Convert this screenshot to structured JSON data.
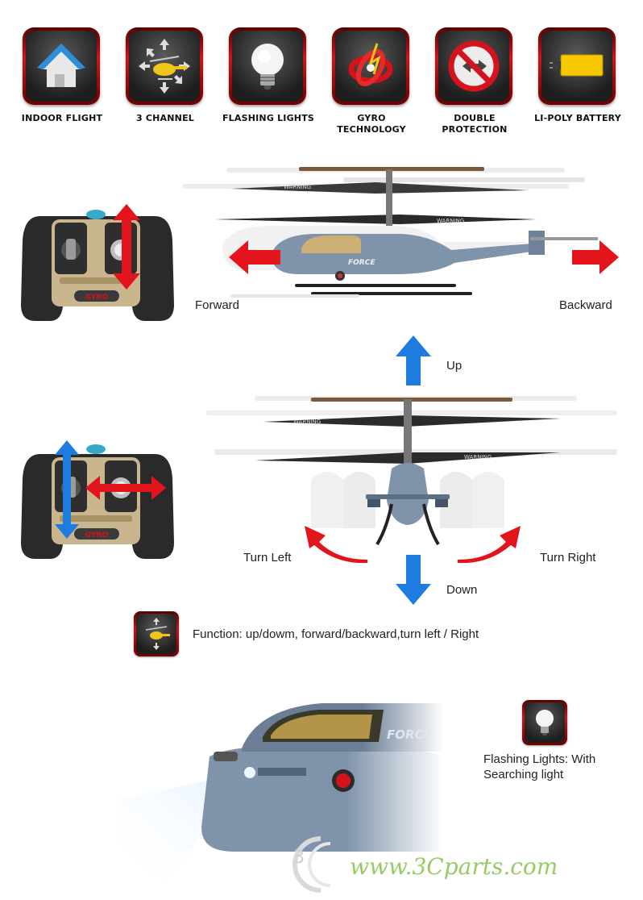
{
  "features": [
    {
      "label": "INDOOR FLIGHT",
      "icon": "house-icon"
    },
    {
      "label": "3 CHANNEL",
      "icon": "helicopter-arrows-icon"
    },
    {
      "label": "FLASHING LIGHTS",
      "icon": "light-bulb-icon"
    },
    {
      "label": "GYRO\nTECHNOLOGY",
      "icon": "gyro-icon"
    },
    {
      "label": "DOUBLE\nPROTECTION",
      "icon": "no-sign-icon"
    },
    {
      "label": "LI-POLY BATTERY",
      "icon": "battery-icon"
    }
  ],
  "controls": {
    "forward": "Forward",
    "backward": "Backward",
    "up": "Up",
    "down": "Down",
    "turn_left": "Turn Left",
    "turn_right": "Turn Right",
    "remote_brand": "GYRO",
    "rotor_warning": "WARNING",
    "body_badge": "FORCE"
  },
  "function_text": "Function: up/dowm, forward/backward,turn left / Right",
  "lights_text_line1": "Flashing Lights: With",
  "lights_text_line2": "Searching light",
  "watermark": "www.3Cparts.com",
  "colors": {
    "tile_red": "#c8141c",
    "arrow_red": "#e3141c",
    "arrow_blue": "#1e7be0",
    "remote_body": "#2a2a2a",
    "remote_face": "#c9b58e",
    "heli_grey": "#7f93ab",
    "watermark_green": "#7dbf3a"
  }
}
